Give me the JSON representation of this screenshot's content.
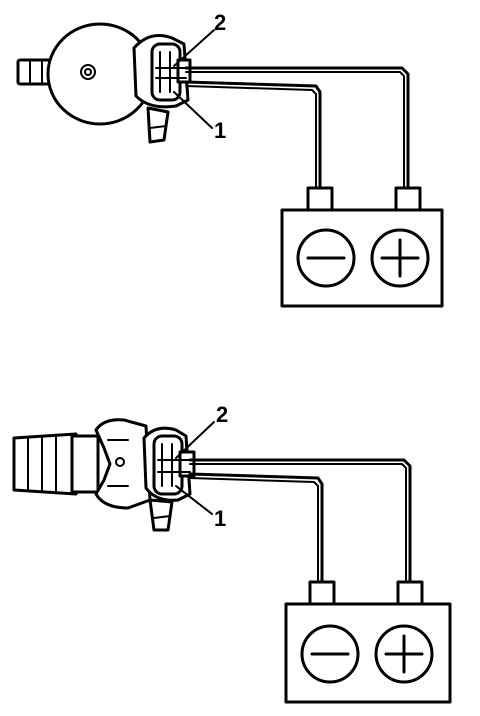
{
  "figures": [
    {
      "id": "top",
      "callouts": [
        {
          "label": "2"
        },
        {
          "label": "1"
        }
      ],
      "battery": {
        "negative_icon": "minus-sign-icon",
        "positive_icon": "plus-sign-icon"
      }
    },
    {
      "id": "bottom",
      "callouts": [
        {
          "label": "2"
        },
        {
          "label": "1"
        }
      ],
      "battery": {
        "negative_icon": "minus-sign-icon",
        "positive_icon": "plus-sign-icon"
      }
    }
  ],
  "colors": {
    "line": "#000000",
    "background": "#ffffff"
  }
}
